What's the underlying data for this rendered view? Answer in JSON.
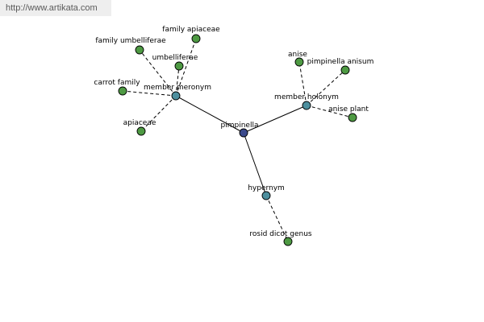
{
  "watermark": "http://www.artikata.com",
  "colors": {
    "root": "#3b4a8c",
    "relation": "#4d8f9e",
    "leaf": "#4e9a43"
  },
  "graph": {
    "root": {
      "label": "pimpinella"
    },
    "relations": [
      {
        "label": "member meronym",
        "targets": [
          "family apiaceae",
          "family umbelliferae",
          "umbelliferae",
          "carrot family",
          "apiaceae"
        ]
      },
      {
        "label": "member holonym",
        "targets": [
          "anise",
          "pimpinella anisum",
          "anise plant"
        ]
      },
      {
        "label": "hypernym",
        "targets": [
          "rosid dicot genus"
        ]
      }
    ]
  }
}
